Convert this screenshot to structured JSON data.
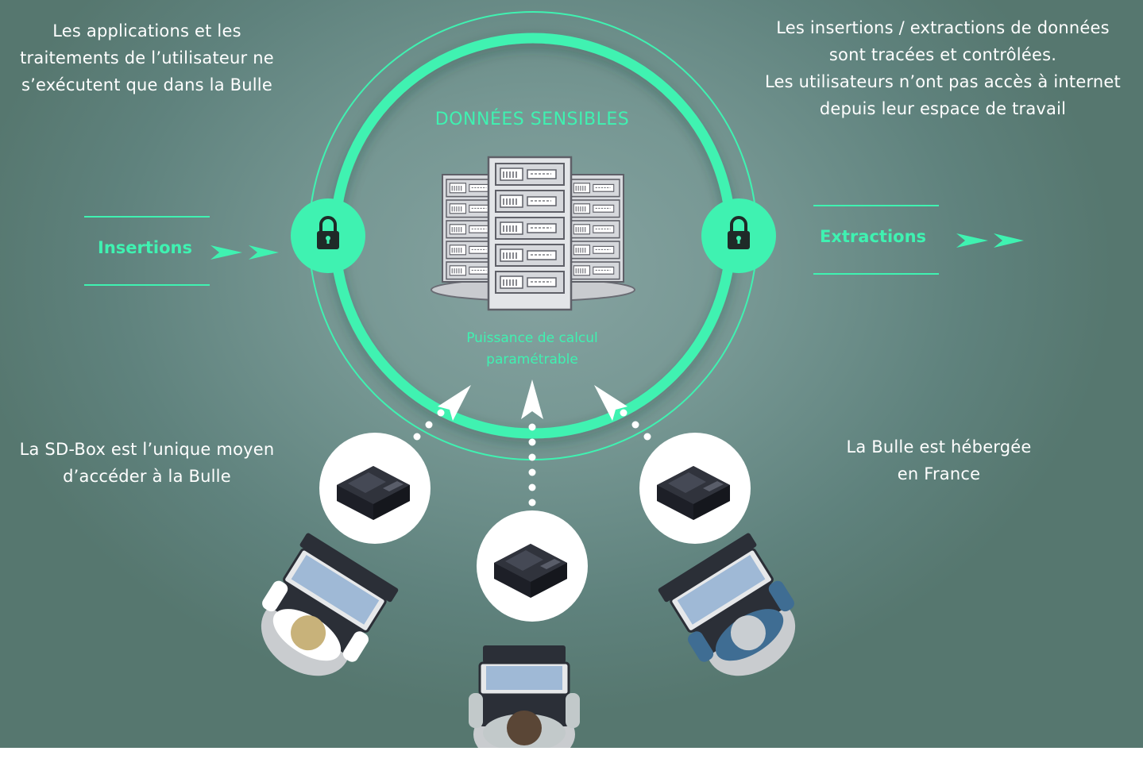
{
  "texts": {
    "top_left": [
      "Les applications et les",
      "traitements de l’utilisateur ne",
      "s’exécutent que dans la Bulle"
    ],
    "top_right": [
      "Les insertions / extractions de données",
      "sont tracées et contrôlées.",
      "Les utilisateurs n’ont pas accès à internet",
      "depuis leur espace de travail"
    ],
    "bottom_left": [
      "La SD-Box est l’unique moyen",
      "d’accéder à la Bulle"
    ],
    "bottom_right": [
      "La Bulle est hébergée",
      "en France"
    ]
  },
  "center": {
    "title": "DONNÉES SENSIBLES",
    "subtitle": [
      "Puissance de calcul",
      "paramétrable"
    ]
  },
  "flows": {
    "insertions": "Insertions",
    "extractions": "Extractions"
  },
  "colors": {
    "accent": "#3ff2b1",
    "background": "#6f8f8b",
    "text": "#ffffff"
  },
  "icons": [
    "lock-icon",
    "server-rack-icon",
    "sd-box-device-icon",
    "user-at-laptop-icon",
    "arrow-icon"
  ]
}
